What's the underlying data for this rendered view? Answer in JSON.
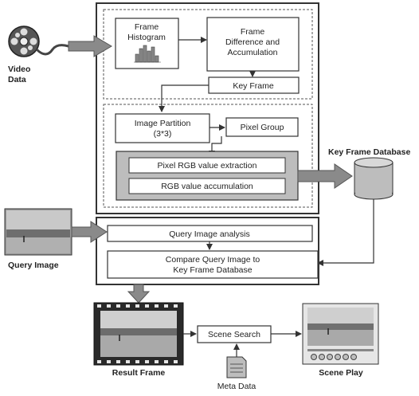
{
  "colors": {
    "outer_border": "#333333",
    "box_fill": "#ffffff",
    "gray_fill": "#bdbdbd",
    "arrow_fill": "#8a8a8a",
    "text": "#222222"
  },
  "labels": {
    "video_data_1": "Video",
    "video_data_2": "Data",
    "frame_histogram_1": "Frame",
    "frame_histogram_2": "Histogram",
    "frame_diff_1": "Frame",
    "frame_diff_2": "Difference and",
    "frame_diff_3": "Accumulation",
    "key_frame": "Key Frame",
    "image_partition_1": "Image Partition",
    "image_partition_2": "(3*3)",
    "pixel_group": "Pixel Group",
    "pixel_rgb": "Pixel RGB value extraction",
    "rgb_accum": "RGB value accumulation",
    "key_frame_db": "Key Frame Database",
    "query_image": "Query Image",
    "query_analysis": "Query Image analysis",
    "compare_1": "Compare Query Image to",
    "compare_2": "Key Frame Database",
    "result_frame": "Result Frame",
    "scene_search": "Scene Search",
    "meta_data": "Meta Data",
    "scene_play": "Scene Play"
  },
  "icons": {
    "video_reel": "film-reel-icon",
    "histogram": "histogram-icon",
    "database": "database-cylinder-icon",
    "query_photo": "beach-photo-icon",
    "result_film": "film-strip-icon",
    "document": "document-icon",
    "player": "media-player-icon"
  }
}
